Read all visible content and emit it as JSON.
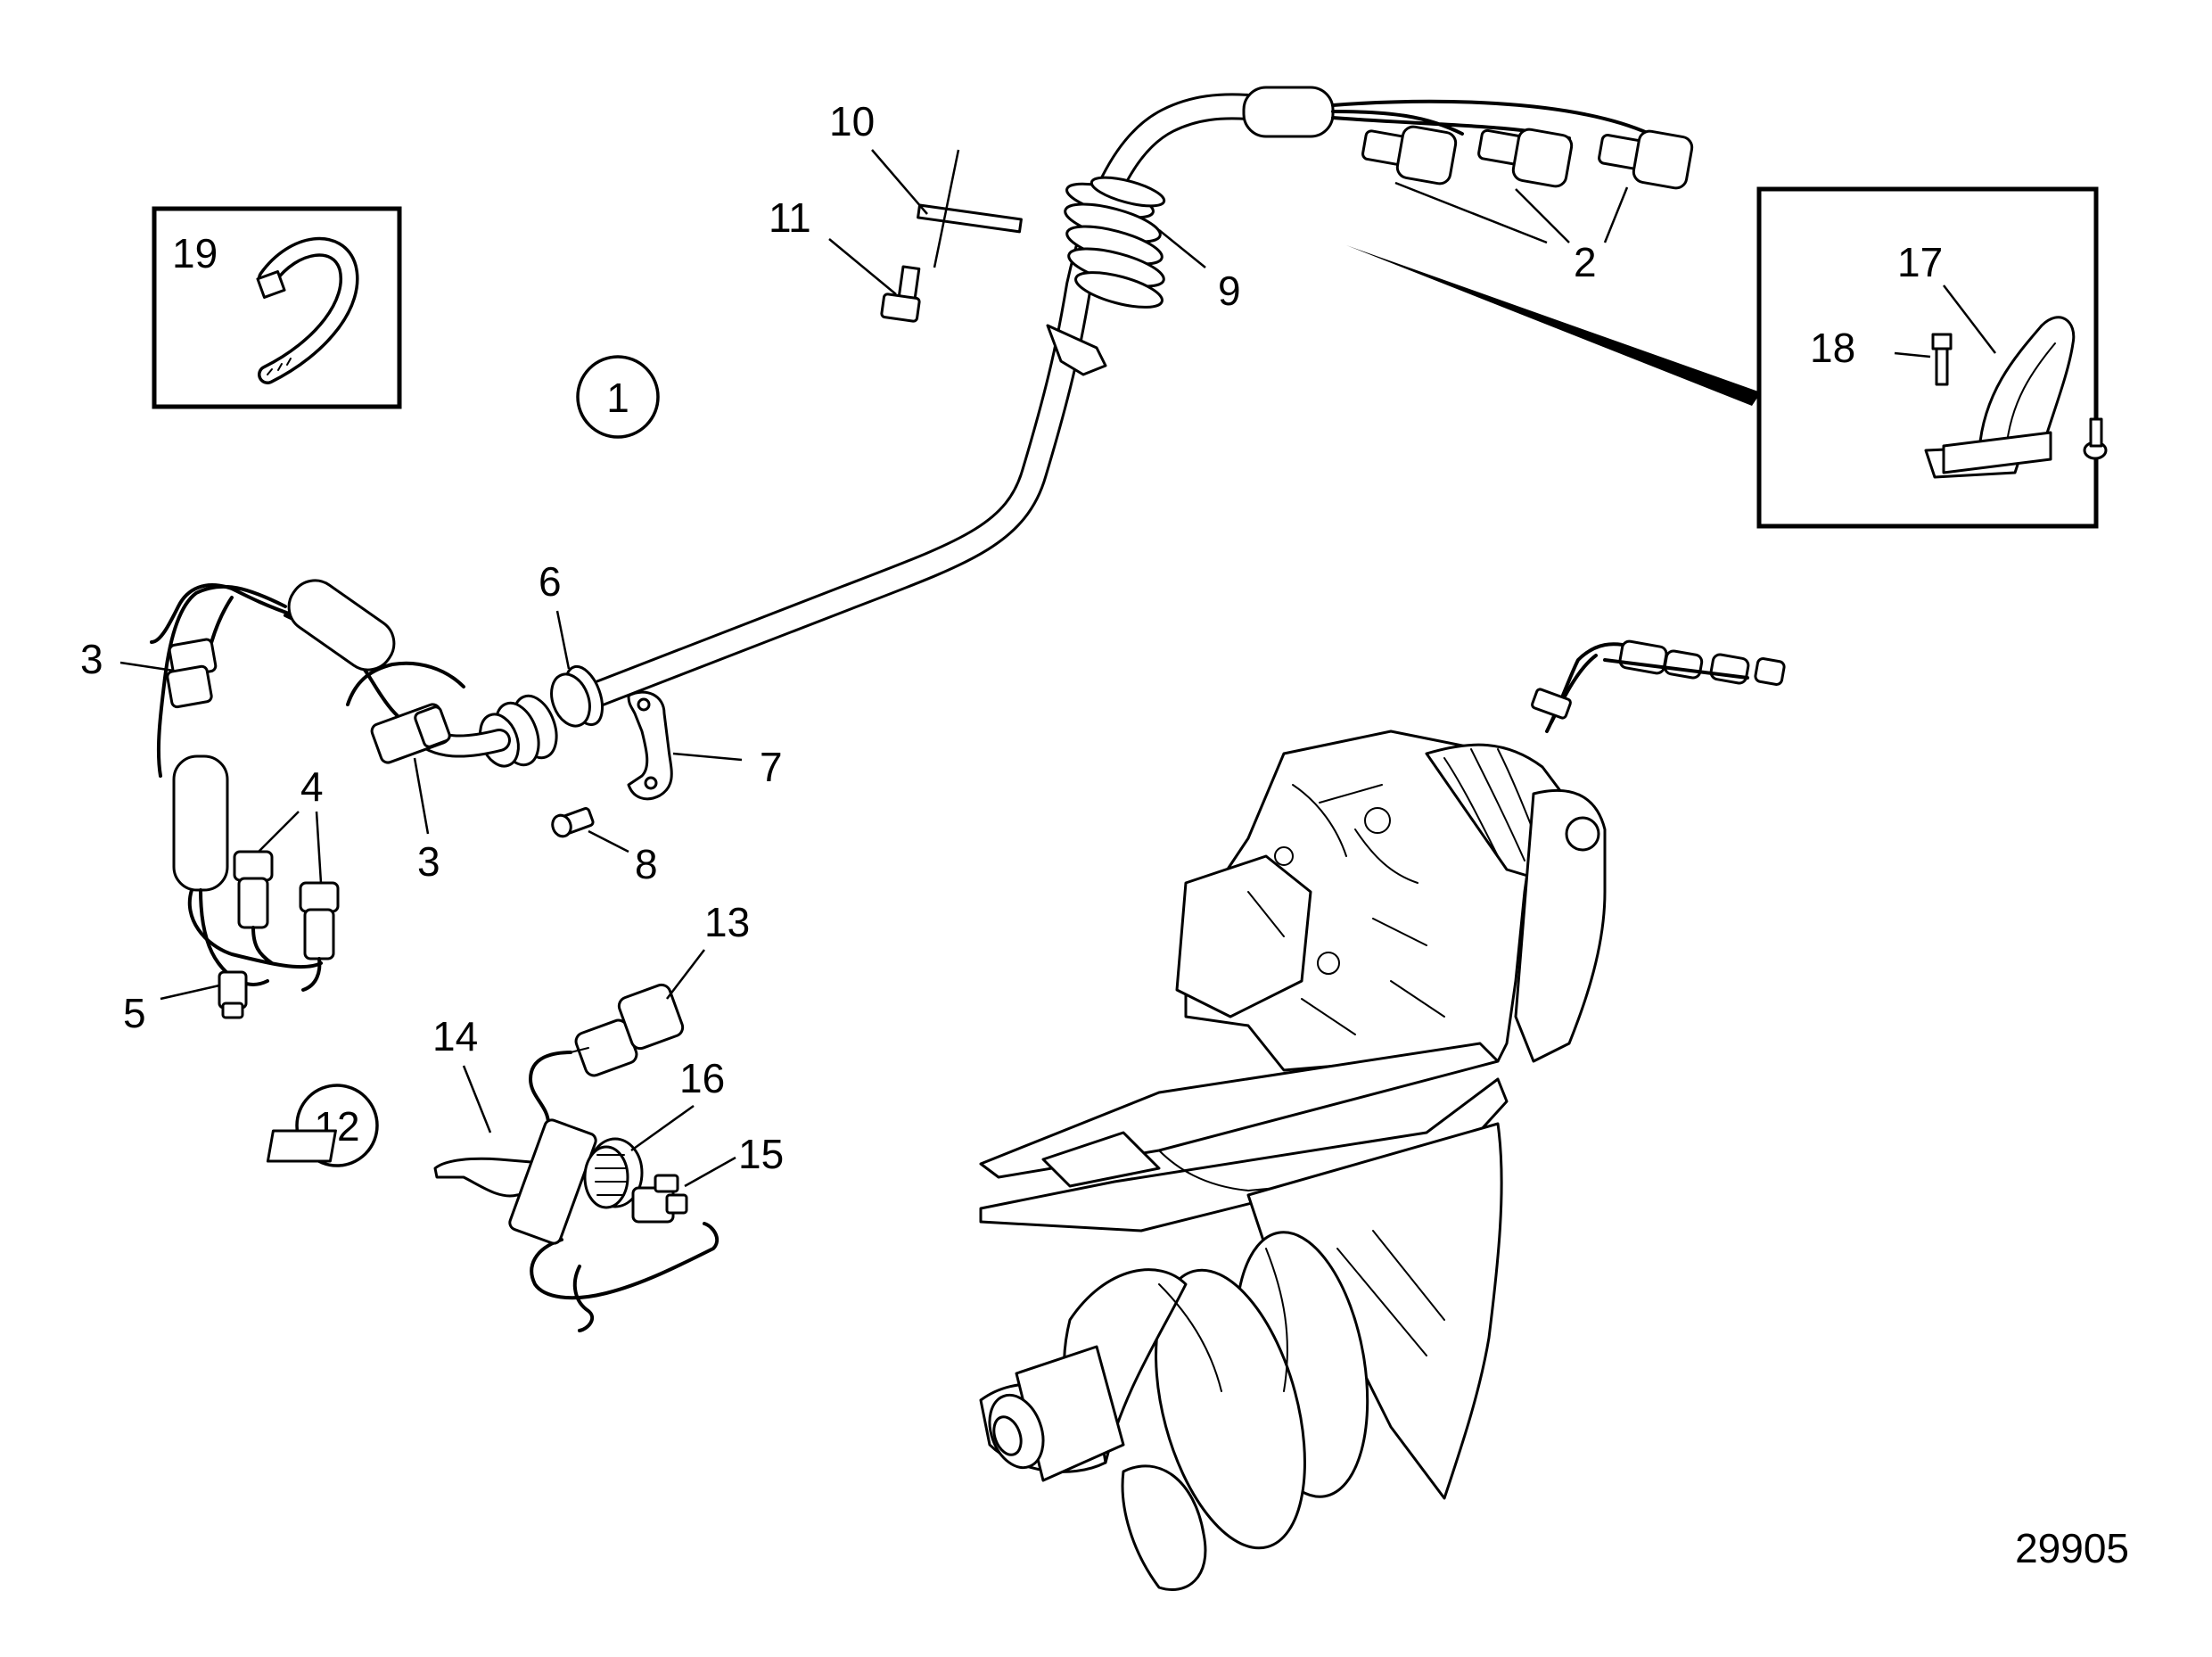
{
  "diagram": {
    "figure_number": "29905",
    "callouts": {
      "c1": "1",
      "c2": "2",
      "c3a": "3",
      "c3b": "3",
      "c4": "4",
      "c5": "5",
      "c6": "6",
      "c7": "7",
      "c8": "8",
      "c9": "9",
      "c10": "10",
      "c11": "11",
      "c12": "12",
      "c13": "13",
      "c14": "14",
      "c15": "15",
      "c16": "16",
      "c17": "17",
      "c18": "18",
      "c19": "19"
    }
  },
  "style": {
    "ink": "#000000",
    "paper": "#ffffff"
  }
}
